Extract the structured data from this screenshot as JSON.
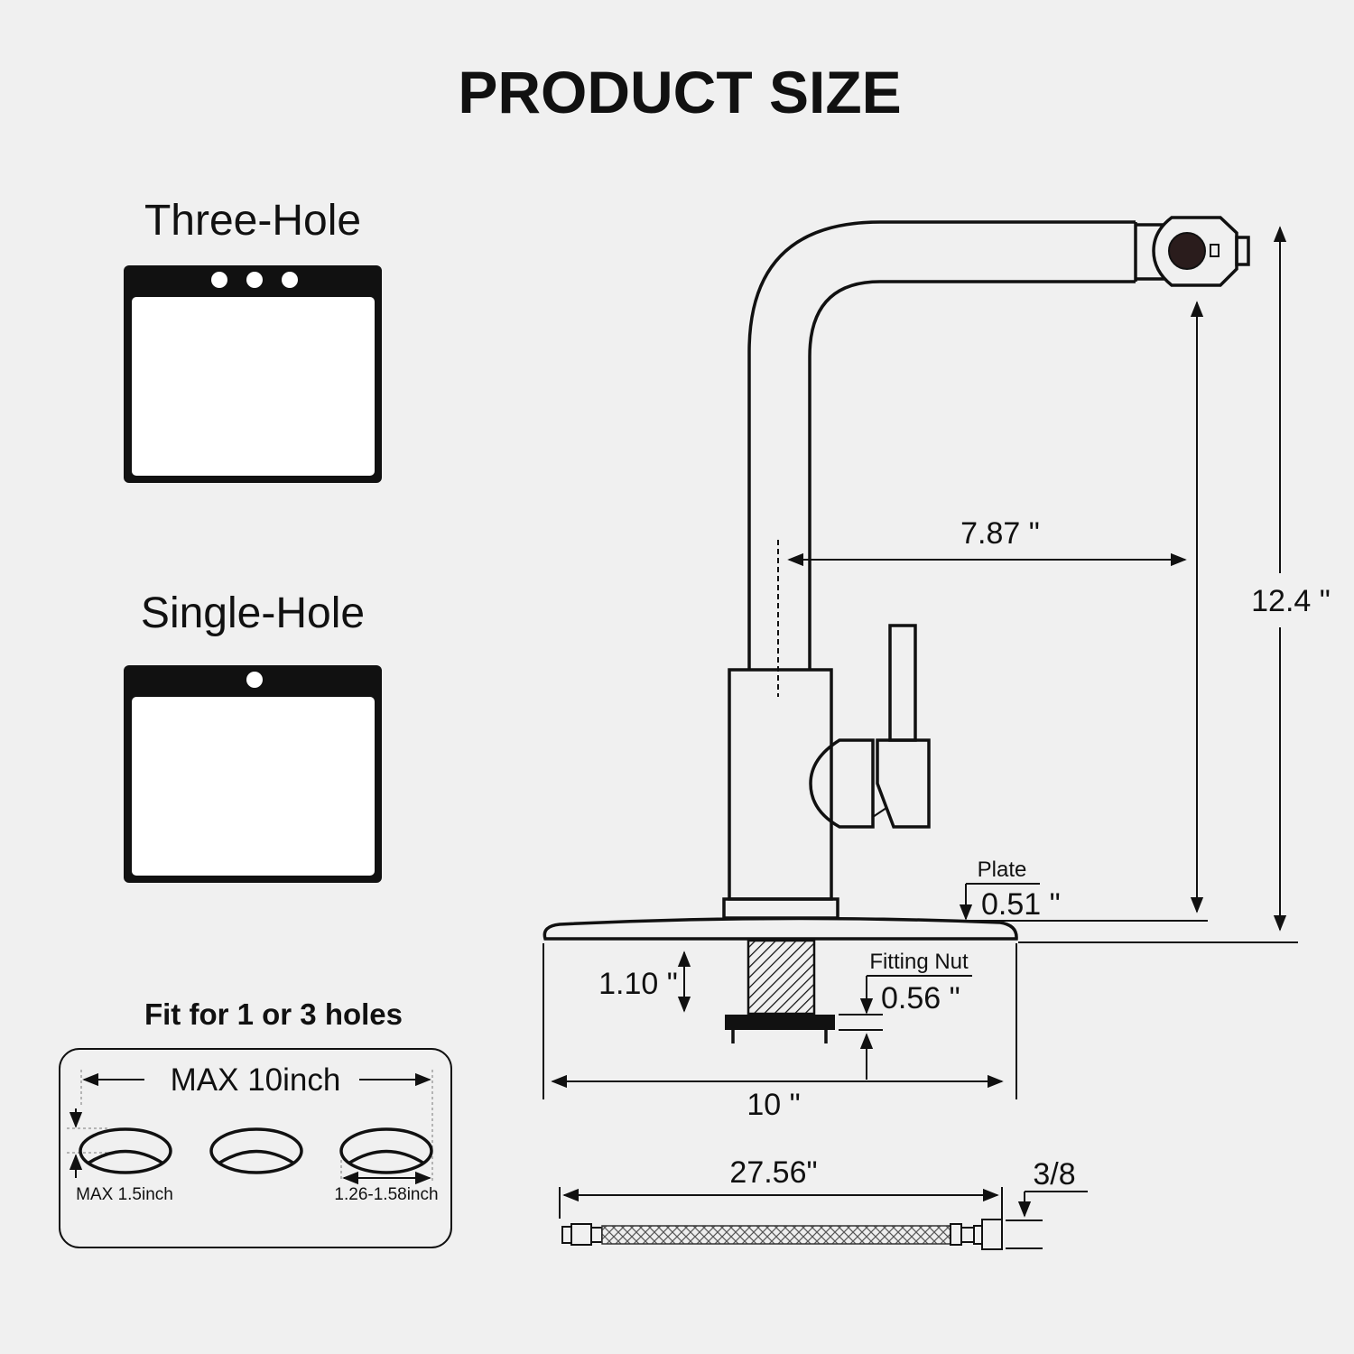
{
  "title": "PRODUCT SIZE",
  "sink_types": {
    "three_hole": {
      "label": "Three-Hole",
      "holes": 3
    },
    "single_hole": {
      "label": "Single-Hole",
      "holes": 1
    }
  },
  "fit_panel": {
    "heading": "Fit for 1 or 3 holes",
    "max_span": "MAX 10inch",
    "max_thickness": "MAX 1.5inch",
    "hole_diameter": "1.26-1.58inch"
  },
  "dimensions": {
    "spout_reach": "7.87 \"",
    "total_height": "12.4 \"",
    "plate_label": "Plate",
    "plate_thickness": "0.51 \"",
    "shank_length": "1.10 \"",
    "fitting_nut_label": "Fitting Nut",
    "fitting_nut_thickness": "0.56 \"",
    "plate_width": "10 \"",
    "hose_length": "27.56\"",
    "hose_fitting": "3/8"
  },
  "colors": {
    "background": "#f0f0f0",
    "ink": "#111111"
  }
}
